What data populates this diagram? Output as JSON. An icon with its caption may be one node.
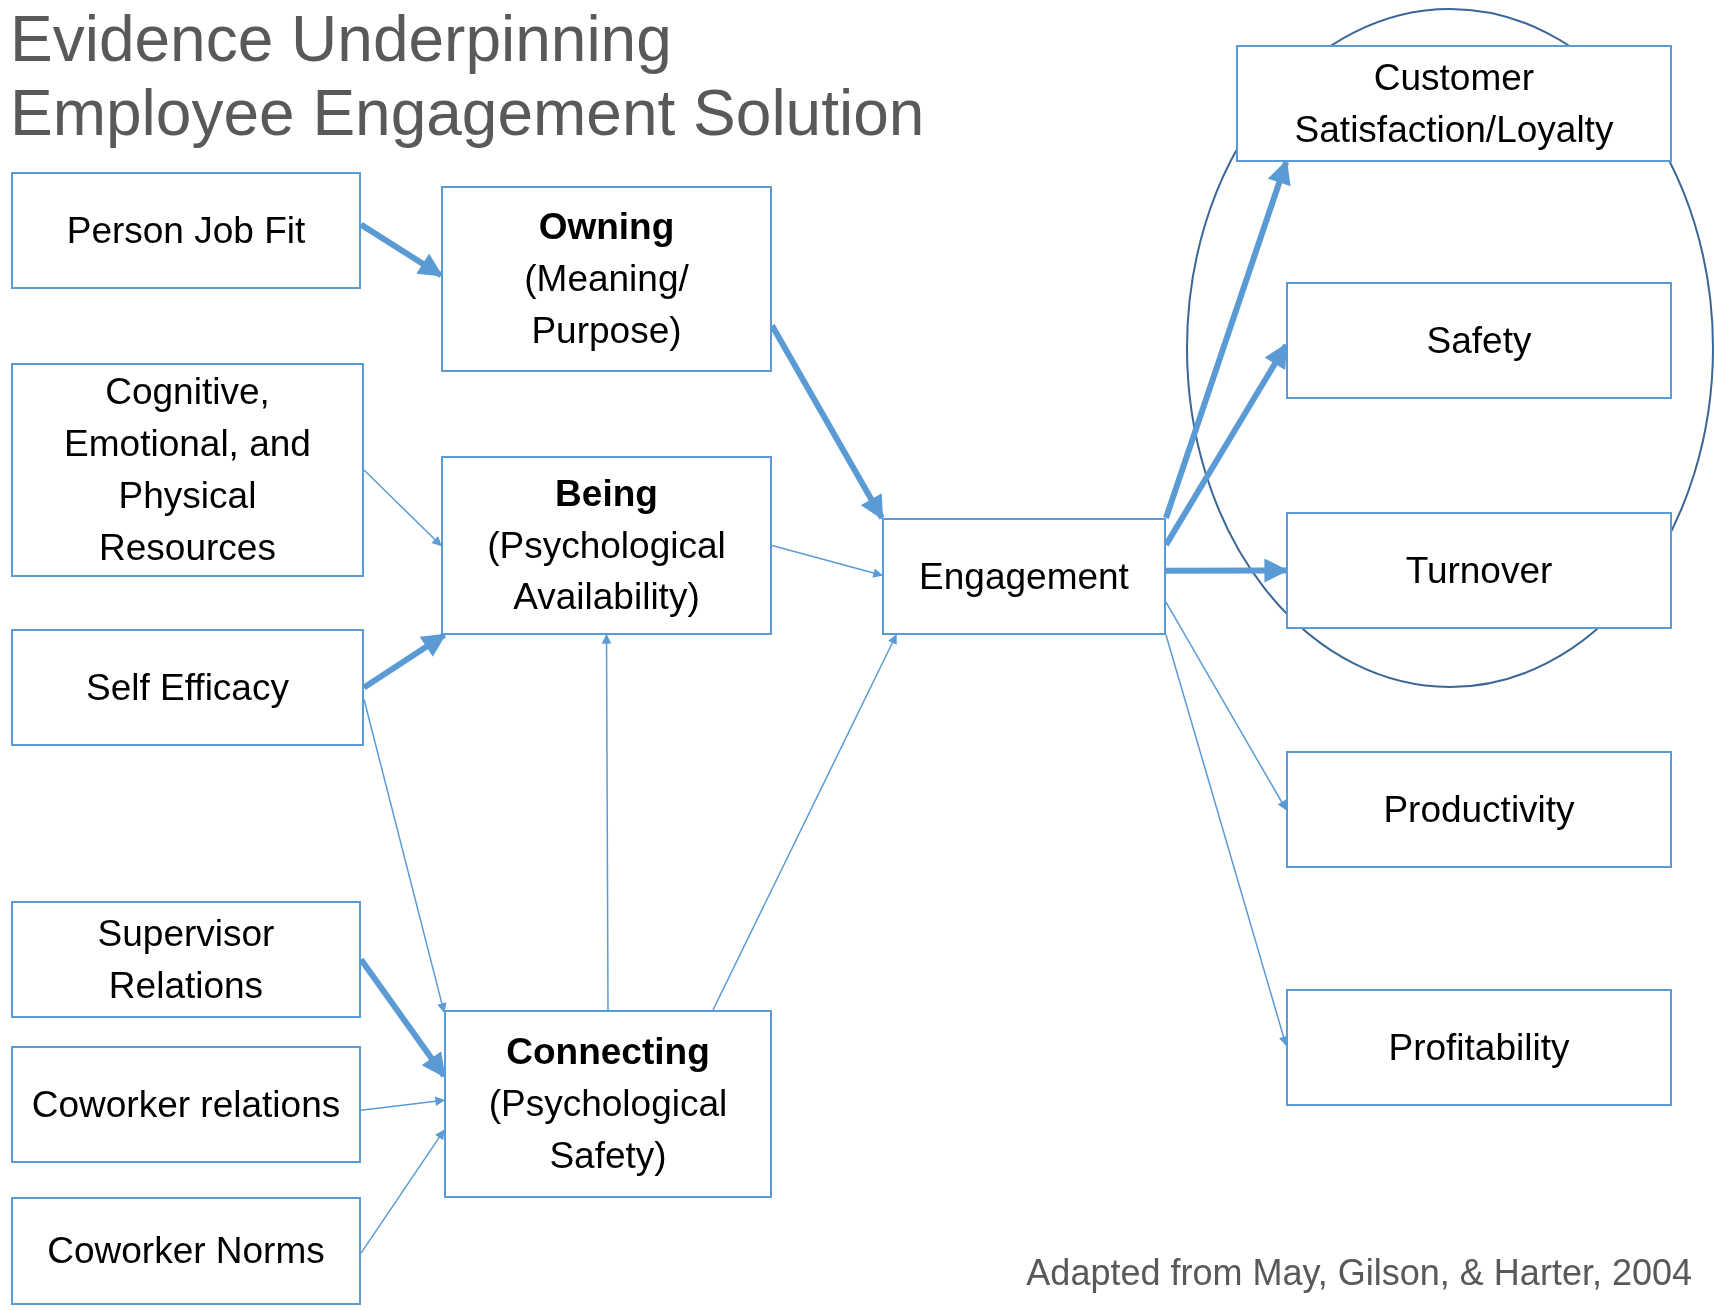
{
  "diagram": {
    "title": "Evidence Underpinning Employee Engagement Solution",
    "caption": "Adapted from May, Gilson, & Harter, 2004",
    "nodes": [
      {
        "text": [
          "Person Job Fit"
        ]
      },
      {
        "text": [
          "Cognitive, Emotional, and Physical Resources"
        ]
      },
      {
        "text": [
          "Self Efficacy"
        ]
      },
      {
        "text": [
          "Supervisor Relations"
        ]
      },
      {
        "text": [
          "Coworker relations"
        ]
      },
      {
        "text": [
          "Coworker Norms"
        ]
      },
      {
        "text": [
          "Owning",
          "(Meaning/ Purpose)"
        ]
      },
      {
        "text": [
          "Being",
          "(Psychological Availability)"
        ]
      },
      {
        "text": [
          "Connecting",
          "(Psychological Safety)"
        ]
      },
      {
        "text": [
          "Engagement"
        ]
      },
      {
        "text": [
          "Customer Satisfaction/Loyalty"
        ]
      },
      {
        "text": [
          "Safety"
        ]
      },
      {
        "text": [
          "Turnover"
        ]
      },
      {
        "text": [
          "Productivity"
        ]
      },
      {
        "text": [
          "Profitability"
        ]
      }
    ],
    "edges": [
      {
        "from": 0,
        "to": 6,
        "arrow": "to",
        "style": "thick"
      },
      {
        "from": 1,
        "to": 7,
        "arrow": "to"
      },
      {
        "from": 2,
        "to": 7,
        "arrow": "to",
        "style": "thick"
      },
      {
        "from": 2,
        "to": 8,
        "arrow": "to"
      },
      {
        "from": 3,
        "to": 8,
        "arrow": "to",
        "style": "thick"
      },
      {
        "from": 4,
        "to": 8,
        "arrow": "to"
      },
      {
        "from": 5,
        "to": 8,
        "arrow": "to"
      },
      {
        "from": 8,
        "to": 7,
        "arrow": "to"
      },
      {
        "from": 6,
        "to": 9,
        "arrow": "to",
        "style": "thick"
      },
      {
        "from": 7,
        "to": 9,
        "arrow": "to"
      },
      {
        "from": 8,
        "to": 9,
        "arrow": "to"
      },
      {
        "from": 9,
        "to": 10,
        "arrow": "to",
        "style": "thick"
      },
      {
        "from": 9,
        "to": 11,
        "arrow": "to",
        "style": "thick"
      },
      {
        "from": 9,
        "to": 12,
        "arrow": "to",
        "style": "thick"
      },
      {
        "from": 9,
        "to": 13,
        "arrow": "to"
      },
      {
        "from": 9,
        "to": 14,
        "arrow": "to"
      }
    ]
  }
}
